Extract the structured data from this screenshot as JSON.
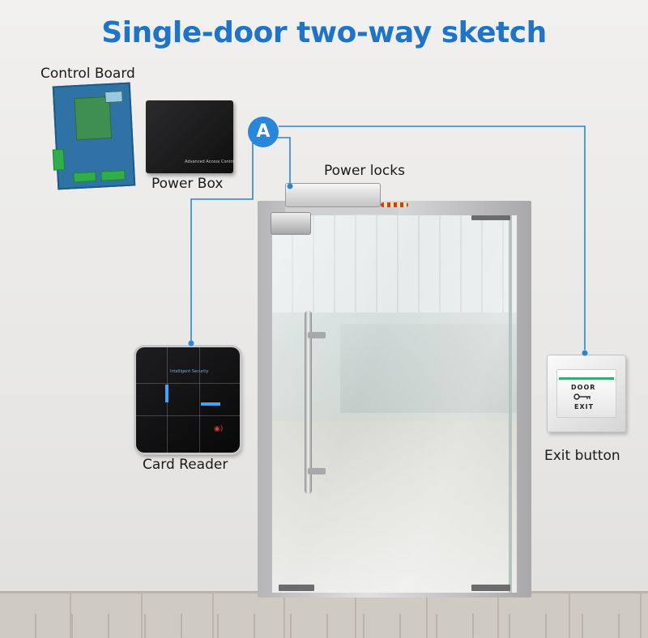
{
  "title": "Single-door two-way sketch",
  "labels": {
    "control_board": "Control Board",
    "power_box": "Power Box",
    "power_locks": "Power locks",
    "card_reader": "Card Reader",
    "exit_button": "Exit button"
  },
  "marker": "A",
  "devices": {
    "power_box_print": "Advanced Access Control",
    "reader_print": "Intelligent Security",
    "exit_top": "DOOR",
    "exit_bottom": "EXIT"
  },
  "colors": {
    "title": "#1f74c8",
    "connector": "#2a86d9",
    "reader_accent": "#3ea4ff",
    "exit_stripe": "#2fb36b"
  }
}
